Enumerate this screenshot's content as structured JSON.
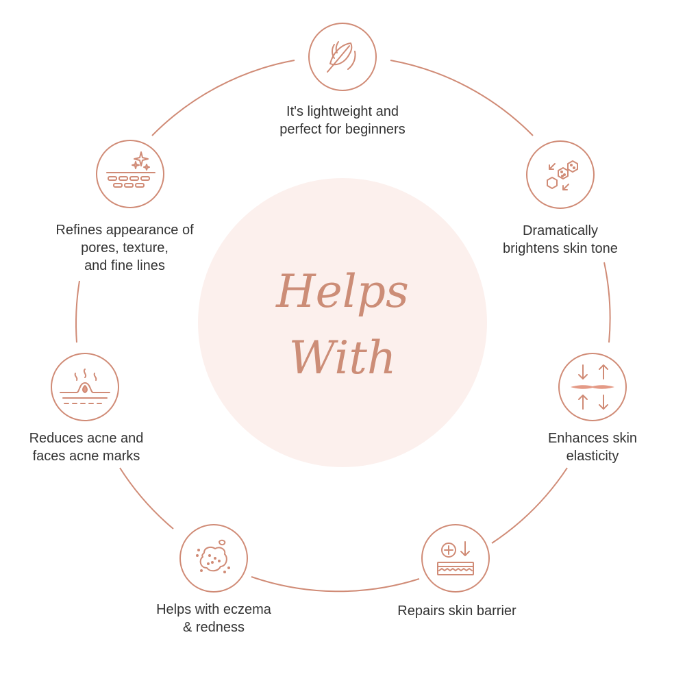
{
  "center": {
    "line1": "Helps",
    "line2": "With"
  },
  "benefits": [
    {
      "icon": "feather-icon",
      "label": "It's lightweight and\nperfect for beginners"
    },
    {
      "icon": "hexagon-cells-icon",
      "label": "Dramatically\nbrightens skin tone"
    },
    {
      "icon": "skin-elasticity-arrows-icon",
      "label": "Enhances skin\nelasticity"
    },
    {
      "icon": "skin-repair-cross-icon",
      "label": "Repairs skin barrier"
    },
    {
      "icon": "eczema-patch-icon",
      "label": "Helps with eczema\n& redness"
    },
    {
      "icon": "acne-pimple-icon",
      "label": "Reduces acne and\nfaces acne marks"
    },
    {
      "icon": "skin-texture-sparkle-icon",
      "label": "Refines appearance of\npores, texture,\nand fine lines"
    }
  ],
  "colors": {
    "accent": "#d08b76",
    "accent_fill": "#e49a86",
    "center_fill": "#fcf0ed",
    "center_text": "#cc8d77",
    "label_text": "#333333"
  }
}
